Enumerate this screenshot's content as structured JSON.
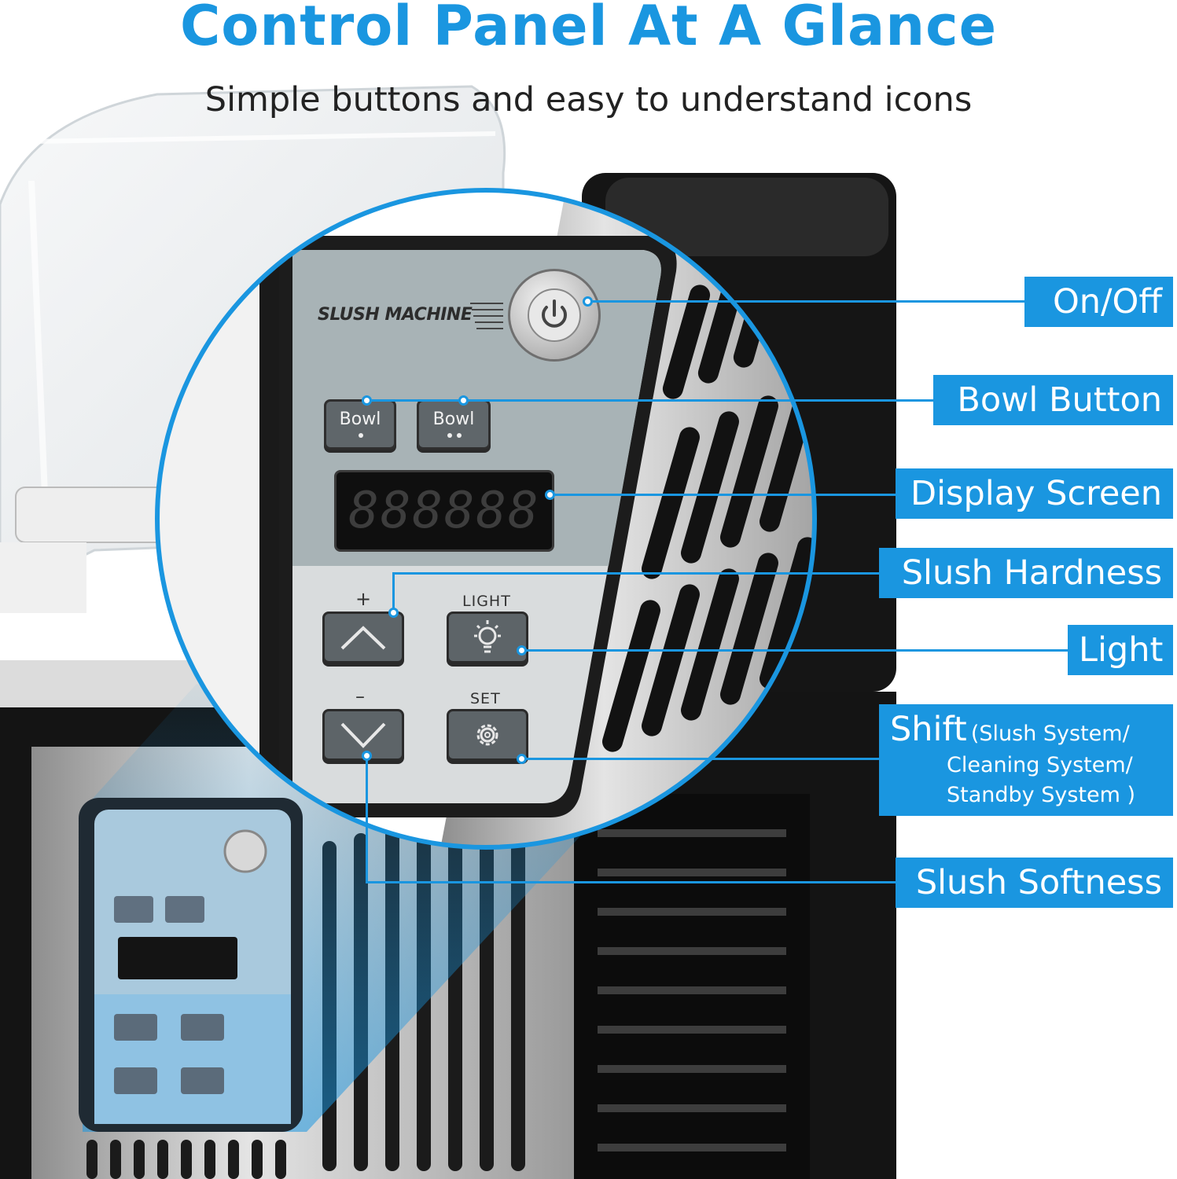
{
  "header": {
    "title": "Control Panel At A Glance",
    "subtitle": "Simple buttons and easy to understand icons"
  },
  "panel": {
    "brand": "SLUSH MACHINE",
    "bowl_button_1": "Bowl",
    "bowl_button_2": "Bowl",
    "display_value": "888888",
    "plus_symbol": "+",
    "minus_symbol": "–",
    "light_label": "LIGHT",
    "set_label": "SET"
  },
  "callouts": {
    "on_off": "On/Off",
    "bowl_button": "Bowl Button",
    "display_screen": "Display Screen",
    "slush_hardness": "Slush Hardness",
    "light": "Light",
    "shift_title": "Shift",
    "shift_line1": "(Slush System/",
    "shift_line2": "Cleaning System/",
    "shift_line3": "Standby System )",
    "slush_softness": "Slush Softness"
  },
  "colors": {
    "accent": "#1a96e0",
    "machine_black": "#111111",
    "steel": "#c9c9c9",
    "panel_gray": "#a6b1b4"
  }
}
